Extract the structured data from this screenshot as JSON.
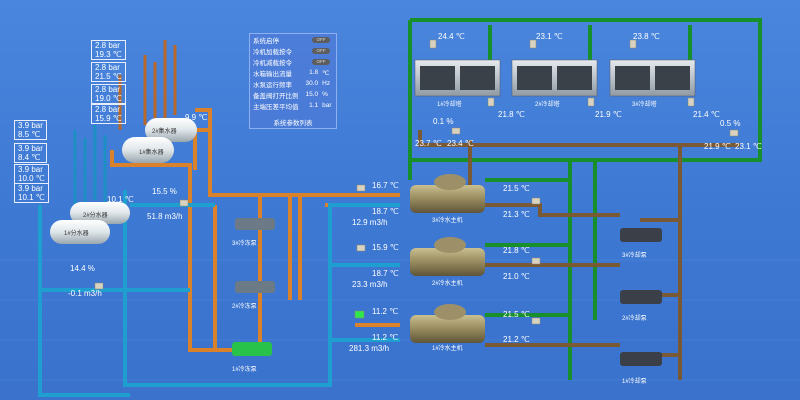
{
  "panel": {
    "title": "系统参数列表",
    "rows": [
      {
        "label": "系统启停",
        "state": "OFF"
      },
      {
        "label": "冷机加载按令",
        "state": "OFF"
      },
      {
        "label": "冷机减载按令",
        "state": "OFF"
      },
      {
        "label": "水箱输出流量",
        "value": "1.8",
        "unit": "℃"
      },
      {
        "label": "水泵运行频率",
        "value": "30.0",
        "unit": "Hz"
      },
      {
        "label": "备盖阀打开比例",
        "value": "15.0",
        "unit": "%"
      },
      {
        "label": "主端压差平均值",
        "value": "1.1",
        "unit": "bar"
      }
    ]
  },
  "readings": {
    "collector_boxes": [
      {
        "l1": "2.8  bar",
        "l2": "19.3  ℃"
      },
      {
        "l1": "2.8  bar",
        "l2": "21.5  ℃"
      },
      {
        "l1": "2.8  bar",
        "l2": "19.0  ℃"
      },
      {
        "l1": "2.8  bar",
        "l2": "15.9  ℃"
      }
    ],
    "distributor_boxes": [
      {
        "l1": "3.9  bar",
        "l2": "8.5   ℃"
      },
      {
        "l1": "3.9  bar",
        "l2": "8.4   ℃"
      },
      {
        "l1": "3.9  bar",
        "l2": "10.0  ℃"
      },
      {
        "l1": "3.9  bar",
        "l2": "10.1  ℃"
      }
    ],
    "collector_temp": "9.9 ℃",
    "distributor_temp": "10.1 ℃",
    "bypass_top_pct": "15.5 %",
    "bypass_top_flow": "51.8  m3/h",
    "bypass_bottom_pct": "14.4 %",
    "bypass_bottom_flow": "-0.1  m3/h",
    "chiller_left": [
      {
        "top": "16.7 ℃",
        "bottom": "18.7 ℃",
        "flow": "12.9  m3/h"
      },
      {
        "top": "15.9 ℃",
        "bottom": "18.7 ℃",
        "flow": "23.3  m3/h"
      },
      {
        "top": "11.2 ℃",
        "bottom": "11.2 ℃",
        "flow": "281.3  m3/h"
      }
    ],
    "chiller_right": [
      {
        "top": "21.5 ℃",
        "bottom": "21.3 ℃"
      },
      {
        "top": "21.8 ℃",
        "bottom": "21.0 ℃"
      },
      {
        "top": "21.5 ℃",
        "bottom": "21.2 ℃"
      }
    ],
    "tower_top": [
      "24.4 ℃",
      "23.1 ℃",
      "23.8 ℃"
    ],
    "tower_mid": [
      "21.8 ℃",
      "21.9 ℃",
      "21.4 ℃"
    ],
    "tower_pct_left": "0.1  %",
    "tower_pct_right": "0.5  %",
    "tower_bottom": [
      "23.7 ℃",
      "23.4 ℃",
      "21.9 ℃",
      "23.1 ℃"
    ]
  },
  "labels": {
    "collector_2": "2#集水器",
    "collector_1": "1#集水器",
    "distributor_2": "2#分水器",
    "distributor_1": "1#分水器",
    "chw_pumps": [
      "3#冷冻泵",
      "2#冷冻泵",
      "1#冷冻泵"
    ],
    "chillers": [
      "3#冷水主机",
      "2#冷水主机",
      "1#冷水主机"
    ],
    "cw_pumps": [
      "3#冷却泵",
      "2#冷却泵",
      "1#冷却泵"
    ],
    "towers": [
      "1#冷却塔",
      "2#冷却塔",
      "3#冷却塔"
    ]
  },
  "colors": {
    "chilled_pipe": "#1f9fd0",
    "return_pipe": "#d9812b",
    "cooling_pipe": "#178f2a",
    "cooling_return": "#7a5a35",
    "background": "#4a86dd"
  }
}
